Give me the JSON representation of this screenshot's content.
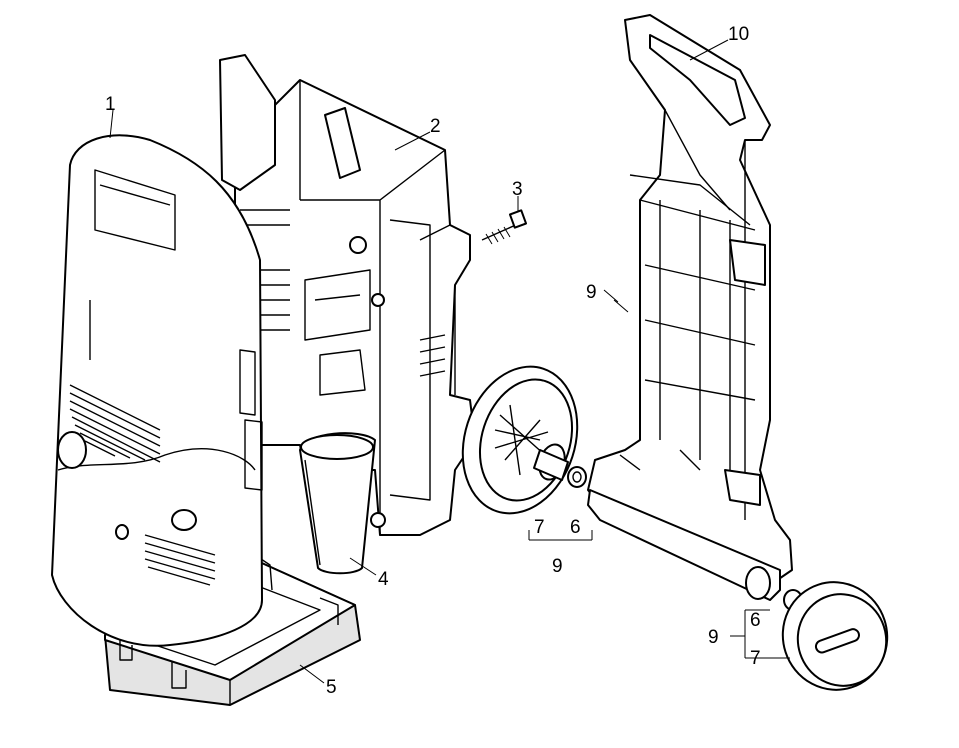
{
  "callouts": [
    {
      "id": "housing-front",
      "label": "1"
    },
    {
      "id": "housing-rear",
      "label": "2"
    },
    {
      "id": "screw",
      "label": "3"
    },
    {
      "id": "cup",
      "label": "4"
    },
    {
      "id": "base-tray",
      "label": "5"
    },
    {
      "id": "wheel-left-hub-6",
      "label": "6"
    },
    {
      "id": "wheel-left-cap-7",
      "label": "7"
    },
    {
      "id": "wheel-left-set-9",
      "label": "9"
    },
    {
      "id": "frame-clip-9",
      "label": "9"
    },
    {
      "id": "handle-frame",
      "label": "10"
    },
    {
      "id": "wheel-right-hub-6",
      "label": "6"
    },
    {
      "id": "wheel-right-set-9",
      "label": "9"
    },
    {
      "id": "wheel-right-cap-7",
      "label": "7"
    }
  ]
}
